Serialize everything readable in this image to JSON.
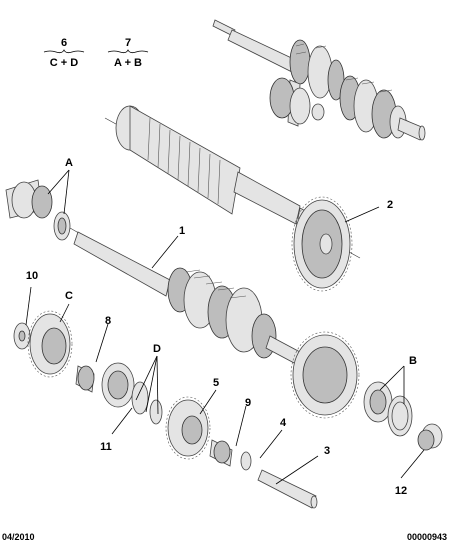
{
  "legend": [
    {
      "number": "6",
      "formula": "C + D"
    },
    {
      "number": "7",
      "formula": "A + B"
    }
  ],
  "callouts": {
    "c1": "1",
    "c2": "2",
    "c3": "3",
    "c4": "4",
    "c5": "5",
    "c8": "8",
    "c9": "9",
    "c10": "10",
    "c11": "11",
    "c12": "12",
    "cA": "A",
    "cB": "B",
    "cC": "C",
    "cD": "D"
  },
  "footer": {
    "date": "04/2010",
    "reference": "00000943"
  }
}
